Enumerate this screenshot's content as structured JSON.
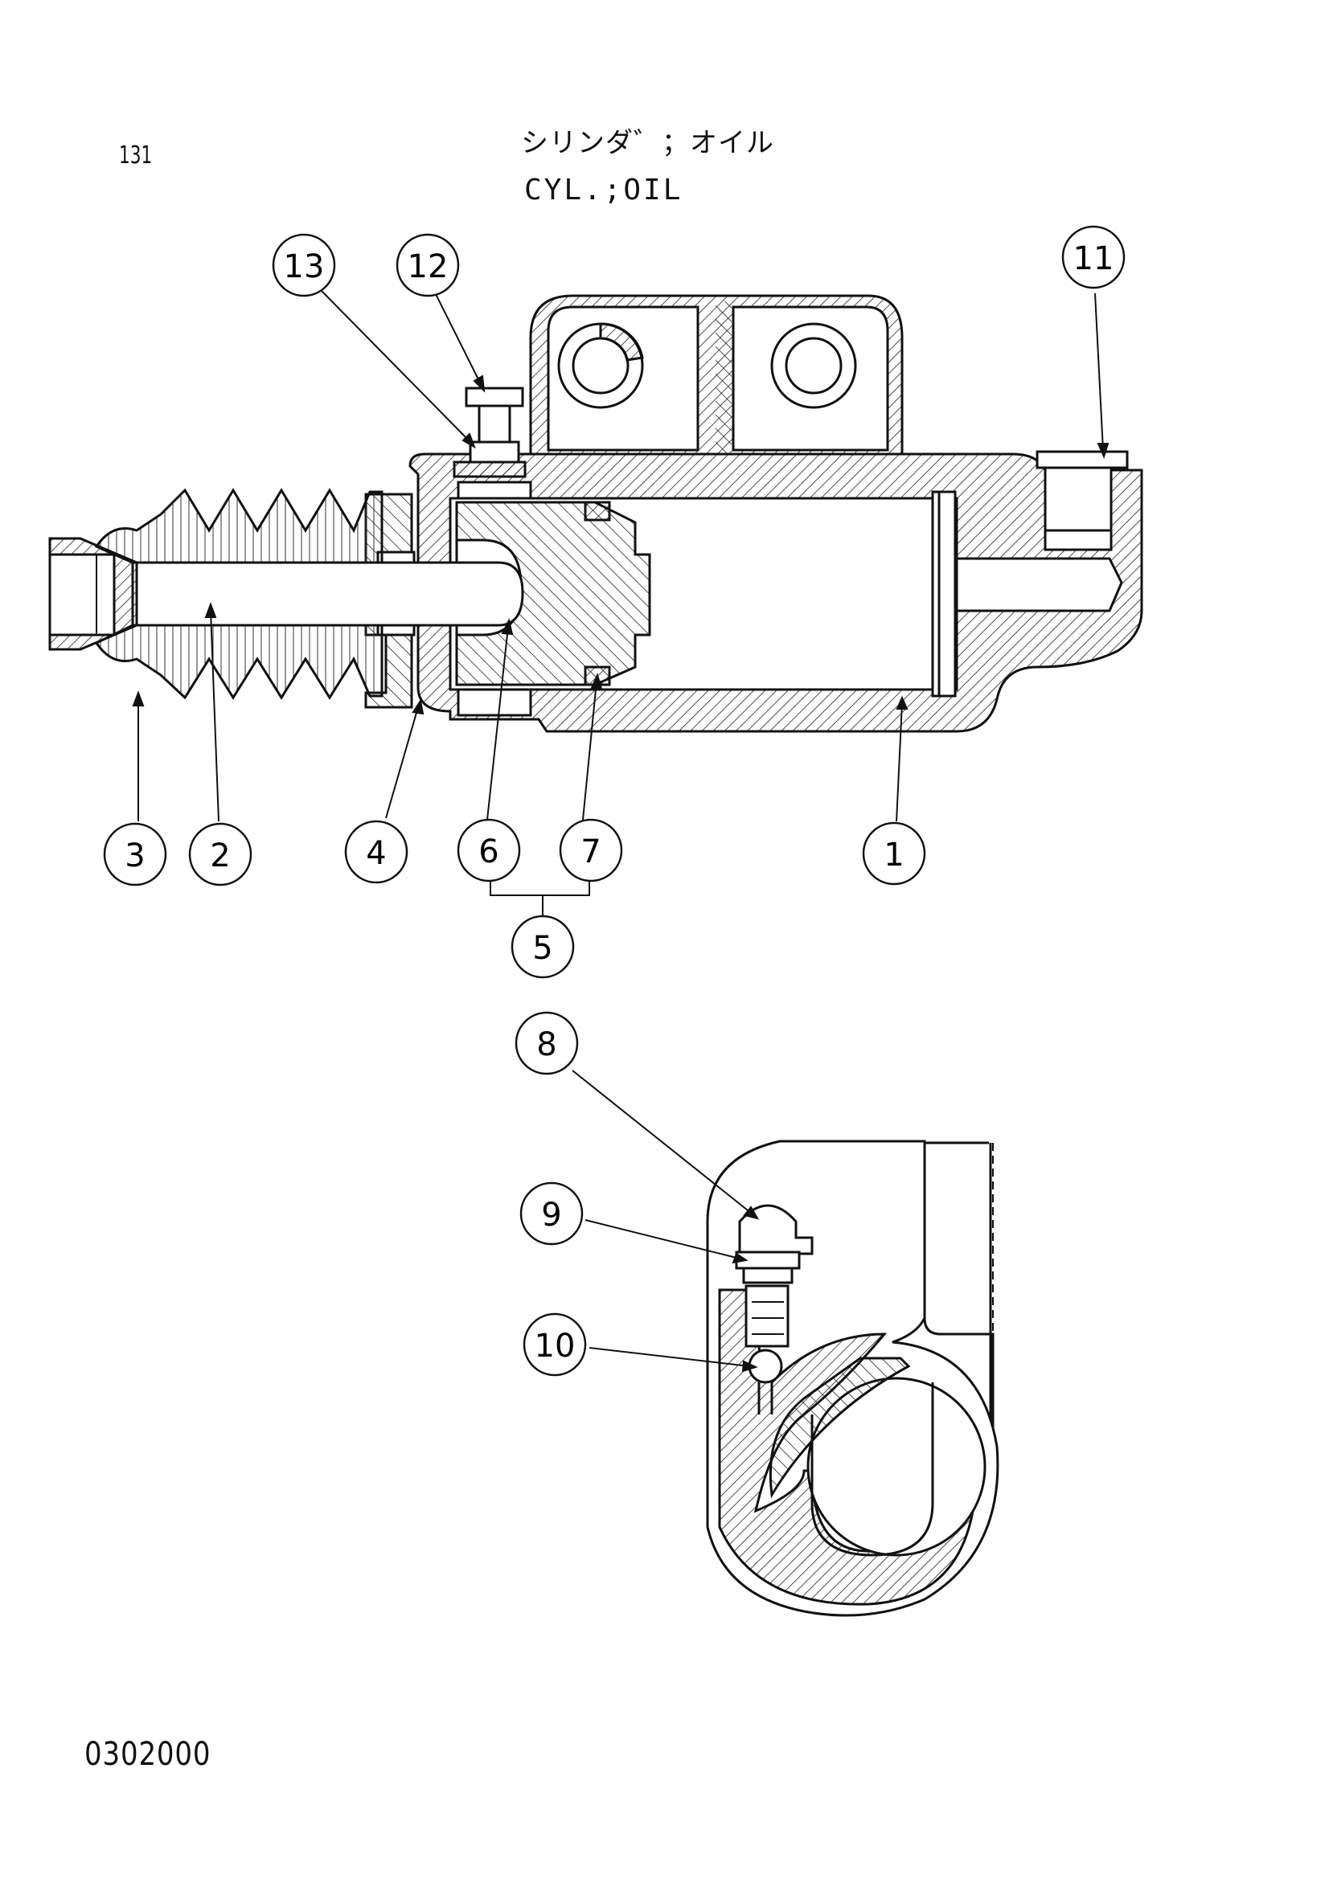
{
  "header": {
    "page_number": "131",
    "title_jp": "シリンダ゛；オイル",
    "title_en": "CYL.;OIL"
  },
  "footer": {
    "document_code": "0302000"
  },
  "callouts": [
    {
      "id": "c1",
      "label": "1"
    },
    {
      "id": "c2",
      "label": "2"
    },
    {
      "id": "c3",
      "label": "3"
    },
    {
      "id": "c4",
      "label": "4"
    },
    {
      "id": "c5",
      "label": "5"
    },
    {
      "id": "c6",
      "label": "6"
    },
    {
      "id": "c7",
      "label": "7"
    },
    {
      "id": "c8",
      "label": "8"
    },
    {
      "id": "c9",
      "label": "9"
    },
    {
      "id": "c10",
      "label": "10"
    },
    {
      "id": "c11",
      "label": "11"
    },
    {
      "id": "c12",
      "label": "12"
    },
    {
      "id": "c13",
      "label": "13"
    }
  ]
}
